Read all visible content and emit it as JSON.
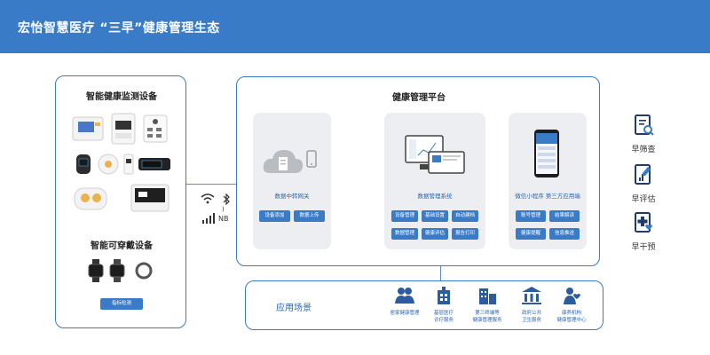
{
  "header": {
    "title": "宏怡智慧医疗 “三早”健康管理生态"
  },
  "left_panel": {
    "monitor_title": "智能健康监测设备",
    "wearable_title": "智能可穿戴设备",
    "detect_button": "指标检测"
  },
  "connectivity": {
    "nb_label": "NB"
  },
  "platform": {
    "title": "健康管理平台",
    "gateway": {
      "title": "数据中转网关",
      "buttons": [
        "设备添加",
        "数据上传"
      ]
    },
    "system": {
      "title": "数据管理系统",
      "buttons": [
        "设备管理",
        "基础设置",
        "自动建档",
        "数据管理",
        "健康评估",
        "报告打印"
      ]
    },
    "mini": {
      "title": "微信小程序 第三方应用端",
      "buttons": [
        "账号管理",
        "结果解读",
        "健康提醒",
        "信息推送"
      ]
    }
  },
  "scenes": {
    "title": "应用场景",
    "items": [
      {
        "label1": "居家健康管理",
        "label2": ""
      },
      {
        "label1": "基层医疗",
        "label2": "诊疗服务"
      },
      {
        "label1": "第三终端等",
        "label2": "健康管理服务"
      },
      {
        "label1": "政府公共",
        "label2": "卫生服务"
      },
      {
        "label1": "康养机构",
        "label2": "健康管理中心"
      }
    ]
  },
  "side": {
    "items": [
      "早筛查",
      "早评估",
      "早干预"
    ]
  },
  "colors": {
    "primary": "#3a7bc8",
    "card": "#eceef1",
    "accent_text": "#2b66b0"
  }
}
